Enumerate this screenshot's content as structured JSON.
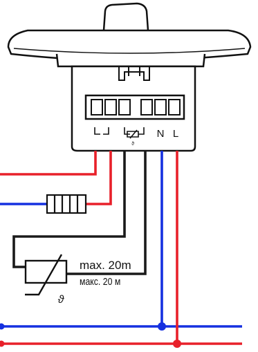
{
  "terminals": {
    "label_n": "N",
    "label_l": "L",
    "theta": "ϑ"
  },
  "sensor": {
    "theta": "ϑ",
    "max_en": "max. 20m",
    "max_ru": "макс. 20 м"
  },
  "colors": {
    "live": "#e8202a",
    "neutral": "#1530e0",
    "sensor_wire": "#1a1a1a",
    "outline": "#111111"
  }
}
